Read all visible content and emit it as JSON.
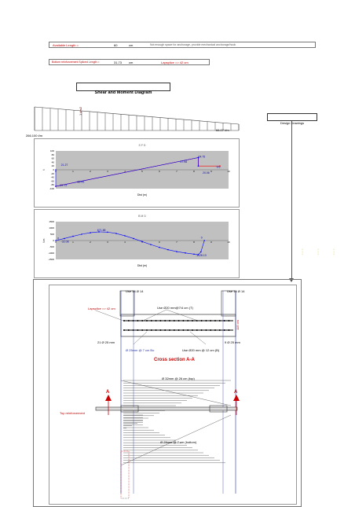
{
  "rows": {
    "available_length_label": "Available Length =",
    "available_length_value": "60",
    "available_length_unit": "cm",
    "note": "Not enough space for anchorage, provide mechanical anchorage/hook",
    "bottom_reinf_label": "Bottom reinforcement Spliced Length =",
    "bottom_reinf_value": "31.73",
    "bottom_reinf_unit": "cm",
    "lapsplice_text": "Lapsplice => 42 cm"
  },
  "diagram_title": "Shear and Moment Diagram",
  "design_drawings_label": "Design Drawings",
  "load_diagram": {
    "load_label": "1 t/m2",
    "left_value": "266.100 t/m",
    "right_value": "66.07 t/m"
  },
  "yellow_note": {
    "lines": [
      "...",
      "...",
      "..."
    ]
  },
  "chart_data": [
    {
      "type": "line",
      "title": "S F D",
      "xlabel": "Dist (m)",
      "ylabel": "t",
      "xlim": [
        0,
        10
      ],
      "ylim": [
        -100,
        100
      ],
      "x_ticks": [
        "0",
        "1",
        "2",
        "3",
        "4",
        "5",
        "6",
        "7",
        "8",
        "9",
        "10"
      ],
      "y_ticks": [
        "100",
        "80",
        "60",
        "40",
        "20",
        "0",
        "-20",
        "-40",
        "-60",
        "-80",
        "-100"
      ],
      "series": [
        {
          "color": "#ff0000",
          "x": [
            0,
            8.25,
            8.25,
            9.5
          ],
          "y": [
            -87.72,
            64.75,
            20.06,
            20.06
          ]
        },
        {
          "color": "#0000ff",
          "x": [
            0,
            0,
            8.25,
            8.25
          ],
          "y": [
            0,
            -87.72,
            64.75,
            20.06
          ]
        }
      ],
      "labels": [
        {
          "text": "21.27",
          "x": 0.3,
          "y": 21.27
        },
        {
          "text": "-87.72",
          "x": 0.2,
          "y": -87.72
        },
        {
          "text": "-69.45",
          "x": 1.2,
          "y": -69.45
        },
        {
          "text": "64.75",
          "x": 8.25,
          "y": 64.75
        },
        {
          "text": "37.98",
          "x": 7.2,
          "y": 37.98
        },
        {
          "text": "9.6",
          "x": 9.3,
          "y": 9.6
        },
        {
          "text": "20.06",
          "x": 8.5,
          "y": -20.06
        }
      ]
    },
    {
      "type": "line",
      "title": "B M D",
      "xlabel": "Dist (m)",
      "ylabel": "t.m",
      "xlim": [
        0,
        10
      ],
      "ylim": [
        -1500,
        1500
      ],
      "x_ticks": [
        "0",
        "1",
        "2",
        "3",
        "4",
        "5",
        "6",
        "7",
        "8",
        "9",
        "10"
      ],
      "y_ticks": [
        "1500",
        "1000",
        "500",
        "0",
        "-500",
        "-1000",
        "-1500"
      ],
      "series": [
        {
          "color": "#0000ff",
          "x": [
            0,
            0.5,
            1,
            1.5,
            2,
            2.5,
            3,
            3.5,
            4,
            4.5,
            5,
            5.5,
            6,
            6.5,
            7,
            7.5,
            8,
            8.25,
            8.4,
            8.6
          ],
          "y": [
            0,
            160,
            340,
            500,
            620,
            690,
            671,
            560,
            380,
            160,
            -80,
            -320,
            -540,
            -730,
            -880,
            -990,
            -1080,
            -1120,
            -900,
            0
          ]
        }
      ],
      "labels": [
        {
          "text": "0",
          "x": 0.1,
          "y": 100
        },
        {
          "text": "-32.08",
          "x": 0.3,
          "y": -160
        },
        {
          "text": "671.58",
          "x": 2.4,
          "y": 760
        },
        {
          "text": "0",
          "x": 8.4,
          "y": 150
        },
        {
          "text": "-1128.13",
          "x": 8.1,
          "y": -1240
        }
      ]
    }
  ],
  "section": {
    "col_left_label": "Use 14 Ø 14",
    "col_right_label": "Use 14 Ø 14",
    "lapsplice": "Lapsplice => 42 cm",
    "top_bars": "Use Ø20 mm@7/4 cm (T)",
    "left_bars": "21 Ø 25 mm",
    "right_bars": "9 Ø 25 mm",
    "stirrups_left": "Ø 25mm @ 7 cm Bo",
    "stirrups_right": "Use Ø20 mm @ 12 cm (B)",
    "depth_label": "115 cm",
    "title": "Cross section A-A",
    "plan_top_label": "Ø 32mm @ 26 cm (top)",
    "plan_bottom_label": "Ø 25mm @ 7 cm (bottom)",
    "top_reinf_label": "Top reinforcement",
    "section_mark": "A"
  }
}
